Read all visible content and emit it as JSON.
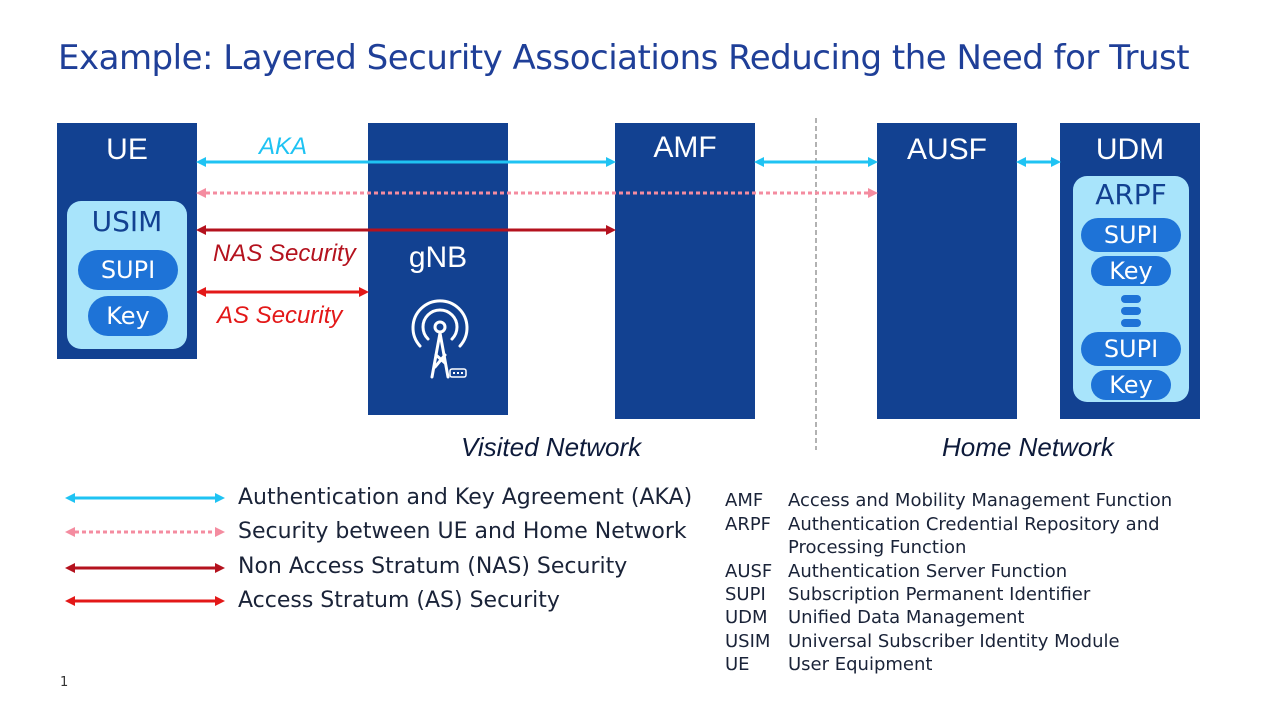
{
  "title": "Example: Layered Security Associations Reducing the Need for Trust",
  "entities": {
    "ue": "UE",
    "gnb": "gNB",
    "amf": "AMF",
    "ausf": "AUSF",
    "udm": "UDM"
  },
  "usim": {
    "title": "USIM",
    "supi": "SUPI",
    "key": "Key"
  },
  "arpf": {
    "title": "ARPF",
    "supi_1": "SUPI",
    "key_1": "Key",
    "supi_2": "SUPI",
    "key_2": "Key"
  },
  "arrow_labels": {
    "aka": "AKA",
    "nas": "NAS Security",
    "as": "AS Security"
  },
  "networks": {
    "visited": "Visited Network",
    "home": "Home Network"
  },
  "legend": [
    {
      "text": "Authentication and Key Agreement (AKA)",
      "color": "#1fc3f3",
      "style": "solid"
    },
    {
      "text": "Security between UE and Home Network",
      "color": "#f48ca0",
      "style": "dotted"
    },
    {
      "text": "Non Access Stratum (NAS) Security",
      "color": "#b4121e",
      "style": "solid"
    },
    {
      "text": "Access Stratum (AS) Security",
      "color": "#e31818",
      "style": "solid"
    }
  ],
  "abbreviations": [
    {
      "abbr": "AMF",
      "meaning": "Access and Mobility Management Function"
    },
    {
      "abbr": "ARPF",
      "meaning": "Authentication Credential Repository and Processing Function"
    },
    {
      "abbr": "AUSF",
      "meaning": "Authentication Server Function"
    },
    {
      "abbr": "SUPI",
      "meaning": "Subscription Permanent Identifier"
    },
    {
      "abbr": "UDM",
      "meaning": "Unified Data Management"
    },
    {
      "abbr": "USIM",
      "meaning": "Universal Subscriber Identity Module"
    },
    {
      "abbr": "UE",
      "meaning": "User Equipment"
    }
  ],
  "page_number": "1",
  "colors": {
    "title": "#1f3f98",
    "block": "#124191",
    "panel": "#a8e4fb",
    "pill": "#1e73d7",
    "aka": "#1fc3f3",
    "home_sec": "#f48ca0",
    "nas": "#b4121e",
    "as": "#e31818"
  },
  "icons": {
    "gnb": "antenna-tower-icon"
  }
}
